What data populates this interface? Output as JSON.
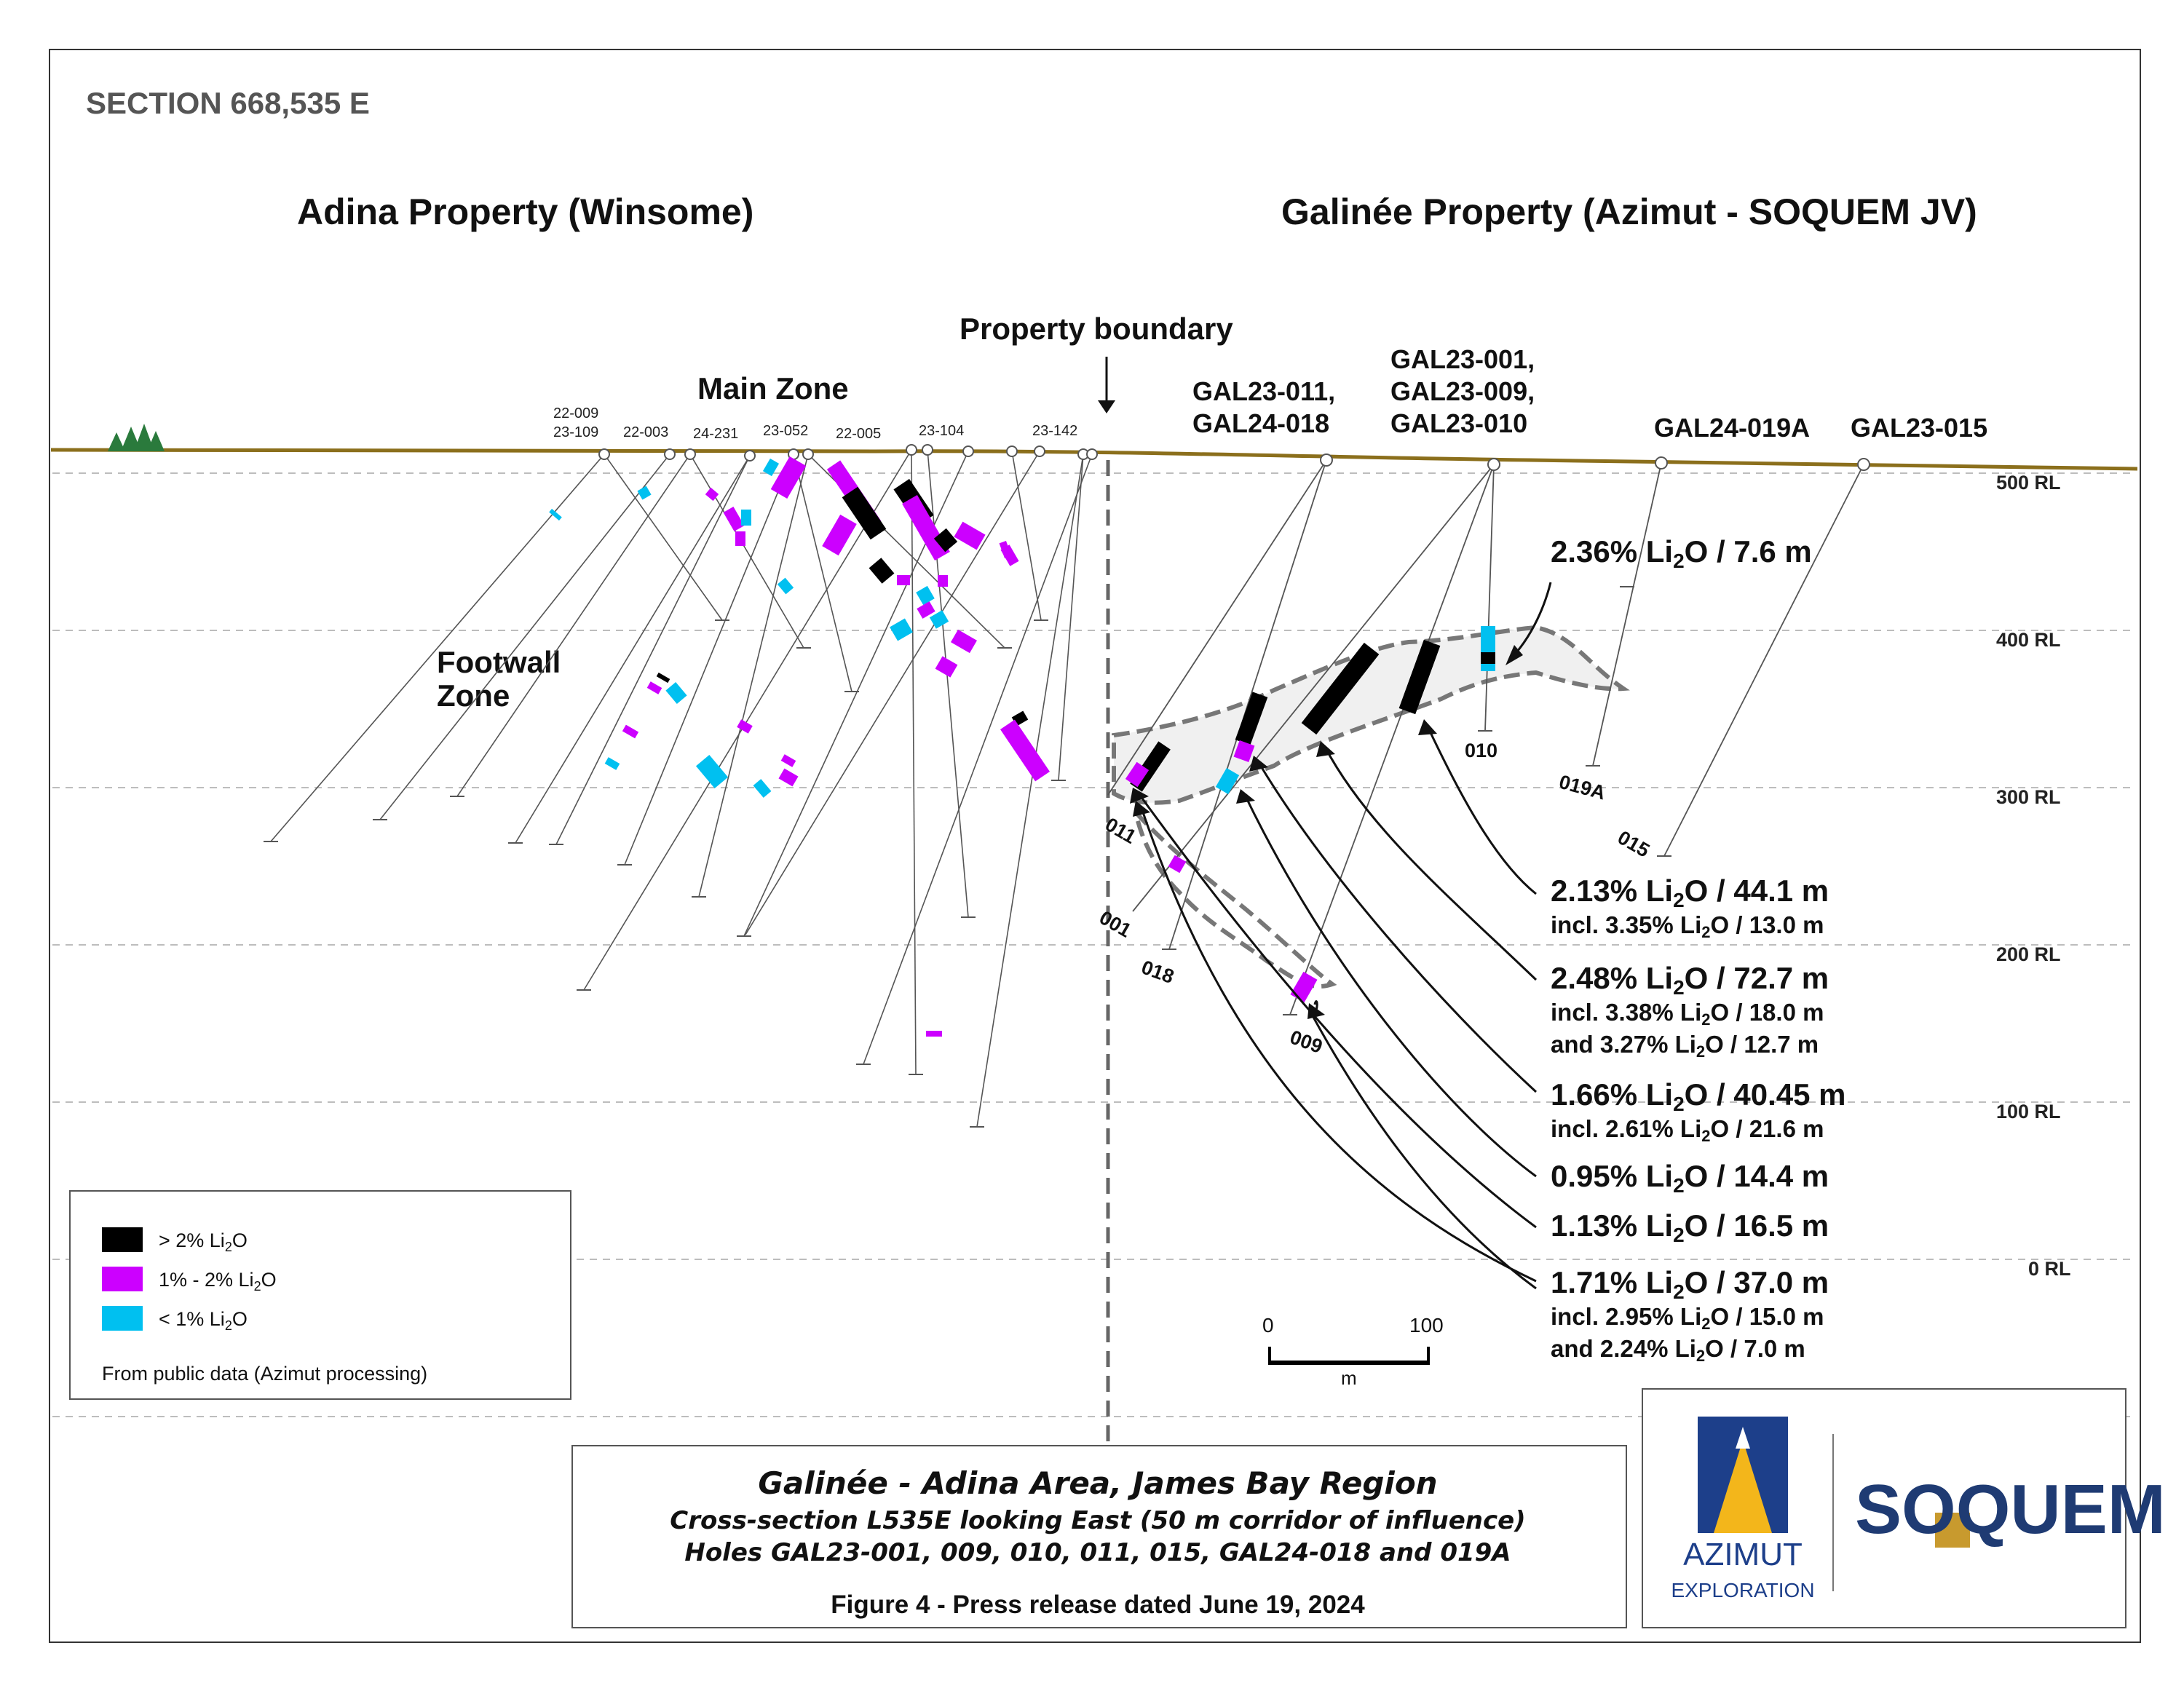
{
  "section_title": "SECTION 668,535 E",
  "properties": {
    "left": "Adina Property (Winsome)",
    "right": "Galinée Property (Azimut - SOQUEM JV)"
  },
  "labels": {
    "property_boundary": "Property boundary",
    "main_zone": "Main Zone",
    "footwall_zone_1": "Footwall",
    "footwall_zone_2": "Zone"
  },
  "rl_levels": [
    {
      "label": "500 RL",
      "value": 500
    },
    {
      "label": "400 RL",
      "value": 400
    },
    {
      "label": "300 RL",
      "value": 300
    },
    {
      "label": "200 RL",
      "value": 200
    },
    {
      "label": "100 RL",
      "value": 100
    },
    {
      "label": "0 RL",
      "value": 0
    }
  ],
  "adina_collars": [
    {
      "line1": "22-009",
      "line2": "23-109"
    },
    {
      "line1": "22-003"
    },
    {
      "line1": "24-231"
    },
    {
      "line1": "23-052"
    },
    {
      "line1": "22-005"
    },
    {
      "line1": "23-104"
    },
    {
      "line1": "23-142"
    }
  ],
  "galinee_holes": [
    {
      "lines": [
        "GAL23-011,",
        "GAL24-018"
      ]
    },
    {
      "lines": [
        "GAL23-001,",
        "GAL23-009,",
        "GAL23-010"
      ]
    },
    {
      "lines": [
        "GAL24-019A"
      ]
    },
    {
      "lines": [
        "GAL23-015"
      ]
    }
  ],
  "hole_ends": [
    "011",
    "001",
    "018",
    "009",
    "010",
    "019A",
    "015"
  ],
  "intercepts": [
    {
      "grade": "2.36%",
      "len": "7.6 m",
      "details": []
    },
    {
      "grade": "2.13%",
      "len": "44.1 m",
      "details": [
        {
          "prefix": "incl. 3.35%",
          "suffix": "13.0 m"
        }
      ]
    },
    {
      "grade": "2.48%",
      "len": "72.7 m",
      "details": [
        {
          "prefix": "incl. 3.38%",
          "suffix": "18.0 m"
        },
        {
          "prefix": "and 3.27%",
          "suffix": "12.7 m"
        }
      ]
    },
    {
      "grade": "1.66%",
      "len": "40.45 m",
      "details": [
        {
          "prefix": "incl. 2.61%",
          "suffix": "21.6 m"
        }
      ]
    },
    {
      "grade": "0.95%",
      "len": "14.4 m",
      "details": []
    },
    {
      "grade": "1.13%",
      "len": "16.5 m",
      "details": []
    },
    {
      "grade": "1.71%",
      "len": "37.0 m",
      "details": [
        {
          "prefix": "incl. 2.95%",
          "suffix": "15.0 m"
        },
        {
          "prefix": "and 2.24%",
          "suffix": "7.0 m"
        }
      ]
    }
  ],
  "legend": {
    "items": [
      {
        "label": "> 2% Li",
        "color": "#000000"
      },
      {
        "label": "1% - 2% Li",
        "color": "#cc00ff"
      },
      {
        "label": "< 1% Li",
        "color": "#00c0f0"
      }
    ],
    "note": "From public data (Azimut processing)"
  },
  "scale_bar": {
    "min": "0",
    "max": "100",
    "unit": "m"
  },
  "caption": {
    "title": "Galinée - Adina Area, James Bay Region",
    "line2": "Cross-section L535E looking East (50 m corridor of influence)",
    "line3": "Holes GAL23-001, 009, 010, 011, 015, GAL24-018 and 019A",
    "line4": "Figure 4 - Press release dated June 19, 2024"
  },
  "logos": {
    "azimut_1": "AZIMUT",
    "azimut_2": "EXPLORATION",
    "soquem_1": "SO",
    "soquem_q": "Q",
    "soquem_2": "UEM"
  },
  "colors": {
    "topo": "#8b6f1c",
    "high_grade": "#000000",
    "mid_grade": "#cc00ff",
    "low_grade": "#00c0f0",
    "azimut_blue": "#1d3f8a",
    "azimut_gold": "#f3b61b",
    "soquem_blue": "#1f3b73",
    "soquem_gold": "#c89a2e"
  }
}
